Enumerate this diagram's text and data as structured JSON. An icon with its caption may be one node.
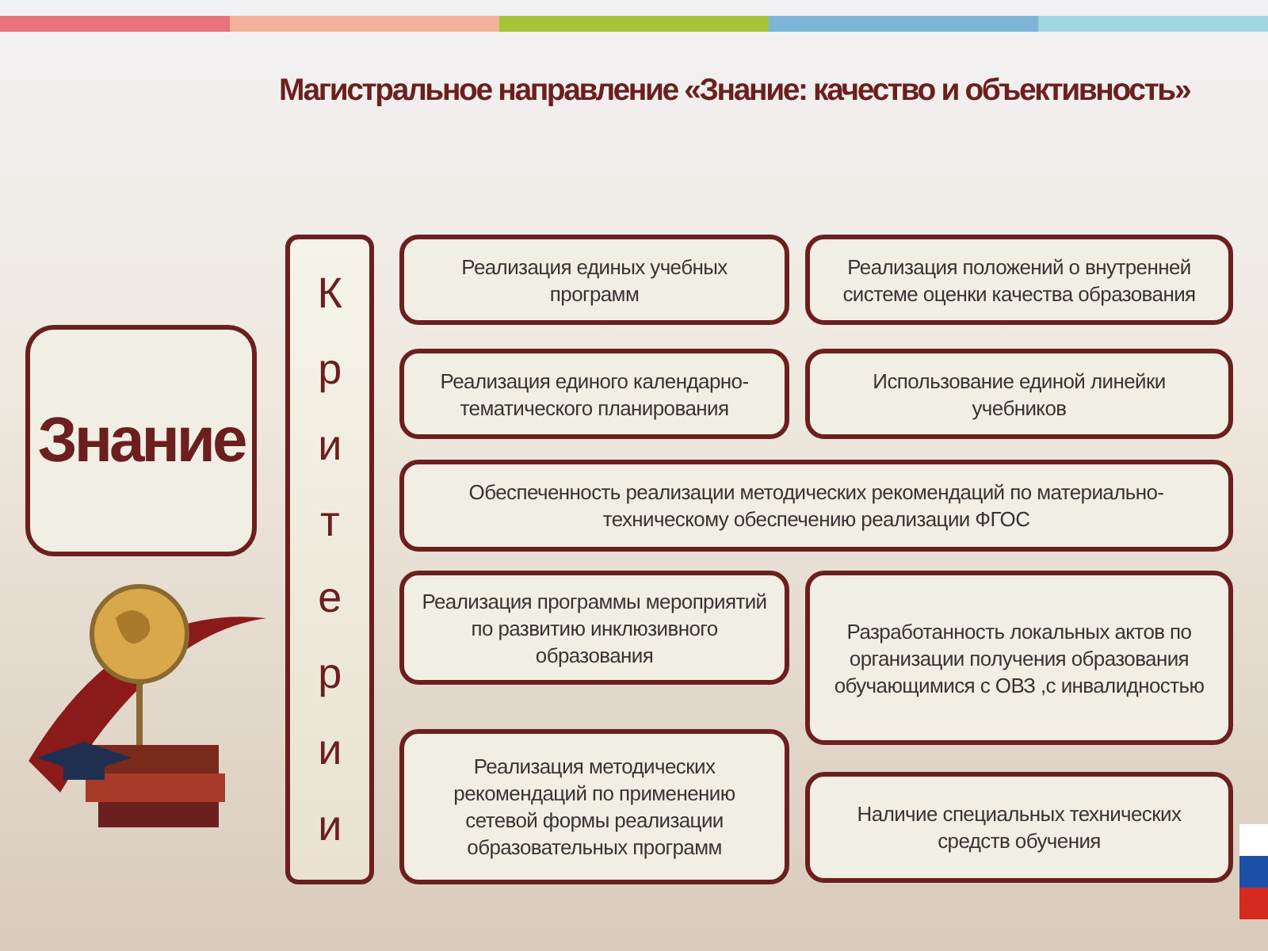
{
  "diagram": {
    "title": "Магистральное направление «Знание: качество и объективность»",
    "nodes": [
      {
        "text": [
          "Знание"
        ]
      },
      {
        "text": [
          "Критерии"
        ]
      },
      {
        "text": [
          "Реализация единых учебных программ"
        ]
      },
      {
        "text": [
          "Реализация положений о внутренней системе оценки качества образования"
        ]
      },
      {
        "text": [
          "Реализация единого календарно-тематического планирования"
        ]
      },
      {
        "text": [
          "Использование единой линейки учебников"
        ]
      },
      {
        "text": [
          "Обеспеченность реализации методических рекомендаций по материально-техническому обеспечению реализации ФГОС"
        ]
      },
      {
        "text": [
          "Реализация программы мероприятий по развитию инклюзивного образования"
        ]
      },
      {
        "text": [
          "Разработанность локальных актов по организации получения образования обучающимися с ОВЗ ,с инвалидностью"
        ]
      },
      {
        "text": [
          "Реализация методических рекомендаций по применению сетевой формы реализации образовательных программ"
        ]
      },
      {
        "text": [
          "Наличие специальных технических средств обучения"
        ]
      }
    ],
    "edges": []
  }
}
